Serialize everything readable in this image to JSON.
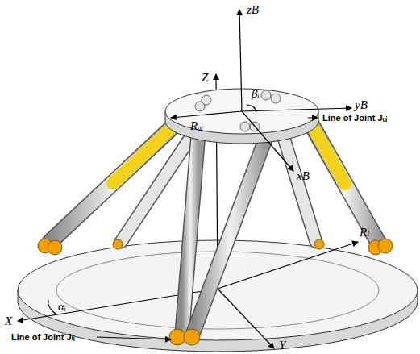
{
  "diagram": {
    "labels": [
      "zB",
      "yB",
      "Line of Joint Jᵤᵢ",
      "Rᵤᵢ",
      "βᵢ",
      "xB",
      "Z",
      "X",
      "αᵢ",
      "Rₗ",
      "Y",
      "Line of Joint Jₗᵢ"
    ]
  }
}
